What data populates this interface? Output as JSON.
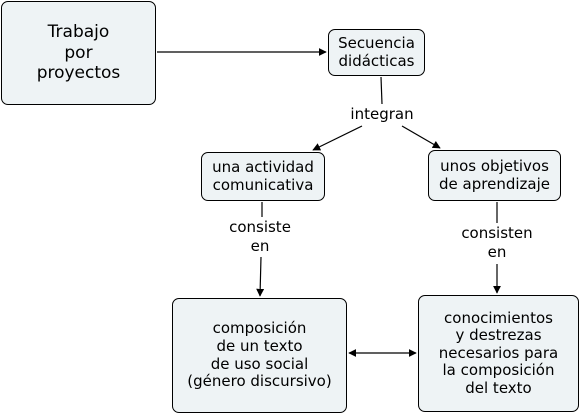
{
  "nodes": {
    "trabajo": "Trabajo\npor\nproyectos",
    "secuencia": "Secuencia\ndidácticas",
    "actividad": "una actividad\ncomunicativa",
    "objetivos": "unos objetivos\nde aprendizaje",
    "composicion": "composición\nde un texto\nde uso social\n(género discursivo)",
    "conocimientos": "conocimientos\ny destrezas\nnecesarios para\nla composición\ndel texto"
  },
  "links": {
    "integran": "integran",
    "consiste": "consiste\nen",
    "consisten": "consisten\nen"
  },
  "colors": {
    "node_fill": "#eef3f5",
    "line": "#000000"
  }
}
